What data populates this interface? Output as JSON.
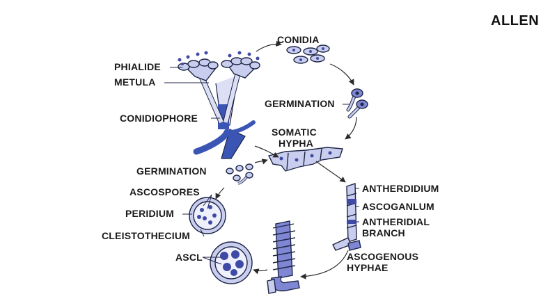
{
  "brand": "ALLEN",
  "colors": {
    "outline": "#1d2546",
    "fill_light": "#c9cdee",
    "fill_mid": "#7f87d4",
    "fill_dark": "#3f4aa6",
    "stalk": "#3a55b4",
    "arrow": "#2b2b2b"
  },
  "labels": {
    "conidia": "CONIDIA",
    "phialide": "PHIALIDE",
    "metula": "METULA",
    "conidiophore": "CONIDIOPHORE",
    "germination_top": "GERMINATION",
    "somatic_1": "SOMATIC",
    "somatic_2": "HYPHA",
    "germination_left": "GERMINATION",
    "ascospores": "ASCOSPORES",
    "peridium": "PERIDIUM",
    "cleistothecium": "CLEISTOTHECIUM",
    "asci": "ASCL",
    "antherdidium": "ANTHERDIDIUM",
    "ascoganlum": "ASCOGANLUM",
    "antheridial_1": "ANTHERIDIAL",
    "antheridial_2": "BRANCH",
    "ascogenous_1": "ASCOGENOUS",
    "ascogenous_2": "HYPHAE"
  }
}
